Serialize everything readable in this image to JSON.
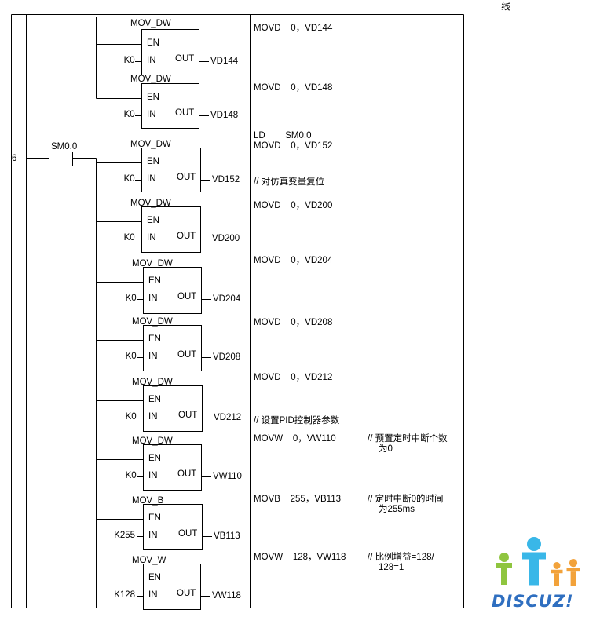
{
  "corner_char": "线",
  "network_number": "6",
  "contact_label": "SM0.0",
  "blocks": [
    {
      "title": "MOV_DW",
      "en": "EN",
      "in_label": "IN",
      "out_label": "OUT",
      "in_val": "K0",
      "out_val": "VD144"
    },
    {
      "title": "MOV_DW",
      "en": "EN",
      "in_label": "IN",
      "out_label": "OUT",
      "in_val": "K0",
      "out_val": "VD148"
    },
    {
      "title": "MOV_DW",
      "en": "EN",
      "in_label": "IN",
      "out_label": "OUT",
      "in_val": "K0",
      "out_val": "VD152"
    },
    {
      "title": "MOV_DW",
      "en": "EN",
      "in_label": "IN",
      "out_label": "OUT",
      "in_val": "K0",
      "out_val": "VD200"
    },
    {
      "title": "MOV_DW",
      "en": "EN",
      "in_label": "IN",
      "out_label": "OUT",
      "in_val": "K0",
      "out_val": "VD204"
    },
    {
      "title": "MOV_DW",
      "en": "EN",
      "in_label": "IN",
      "out_label": "OUT",
      "in_val": "K0",
      "out_val": "VD208"
    },
    {
      "title": "MOV_DW",
      "en": "EN",
      "in_label": "IN",
      "out_label": "OUT",
      "in_val": "K0",
      "out_val": "VD212"
    },
    {
      "title": "MOV_DW",
      "en": "EN",
      "in_label": "IN",
      "out_label": "OUT",
      "in_val": "K0",
      "out_val": "VW110"
    },
    {
      "title": "MOV_B",
      "en": "EN",
      "in_label": "IN",
      "out_label": "OUT",
      "in_val": "K255",
      "out_val": "VB113"
    },
    {
      "title": "MOV_W",
      "en": "EN",
      "in_label": "IN",
      "out_label": "OUT",
      "in_val": "K128",
      "out_val": "VW118"
    }
  ],
  "instructions": [
    [
      "MOVD    0，VD144"
    ],
    [
      "MOVD    0，VD148"
    ],
    [
      "LD        SM0.0",
      "MOVD    0，VD152"
    ],
    [
      "MOVD    0，VD200"
    ],
    [
      "MOVD    0，VD204"
    ],
    [
      "MOVD    0，VD208"
    ],
    [
      "MOVD    0，VD212"
    ],
    [
      "MOVW    0，VW110"
    ],
    [
      "MOVB    255，VB113"
    ],
    [
      "MOVW    128，VW118"
    ]
  ],
  "comments": [
    [
      "//  对仿真变量复位"
    ],
    [
      "//  设置PID控制器参数"
    ],
    [
      "//  预置定时中断个数",
      "为0"
    ],
    [
      "//  定时中断0的时间",
      "为255ms"
    ],
    [
      "//  比例增益=128/",
      "128=1"
    ]
  ],
  "watermark": {
    "text": "DISCUZ!",
    "colors": {
      "blue": "#2f6fc0",
      "teal": "#39b7e8",
      "green": "#8fc53f",
      "orange": "#f2a23a"
    }
  }
}
